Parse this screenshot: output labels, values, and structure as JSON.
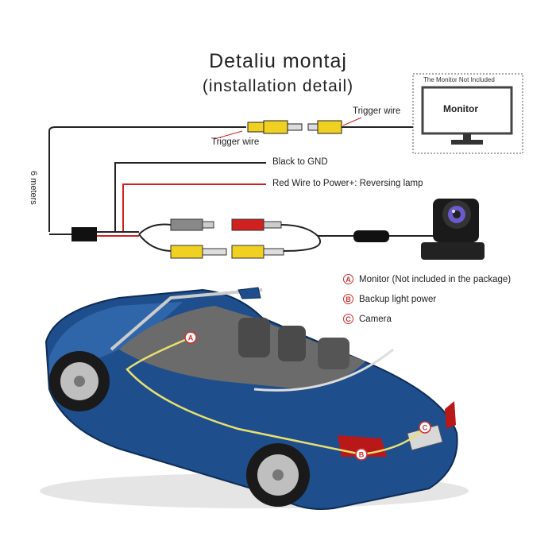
{
  "title": "Detaliu montaj",
  "subtitle": "(installation detail)",
  "monitor": {
    "note": "The Monitor Not Included",
    "label": "Monitor"
  },
  "labels": {
    "trigger_wire_top": "Trigger wire",
    "trigger_wire_bottom": "Trigger wire",
    "cable_length": "6 meters",
    "black_gnd": "Black to GND",
    "red_power": "Red Wire to Power+: Reversing lamp"
  },
  "legend": [
    {
      "letter": "A",
      "text": "Monitor (Not included in the package)"
    },
    {
      "letter": "B",
      "text": "Backup light power"
    },
    {
      "letter": "C",
      "text": "Camera"
    }
  ],
  "car_markers": [
    "A",
    "B",
    "C"
  ],
  "colors": {
    "body": "#1f4e8c",
    "wire_red": "#d02020",
    "rca_yellow": "#f0d020",
    "wire_path": "#e8e070",
    "marker": "#d03030"
  }
}
